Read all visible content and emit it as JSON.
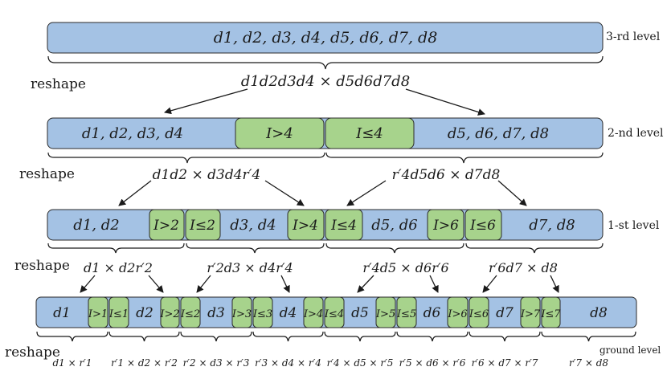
{
  "level3": {
    "label": "3-rd level",
    "bar_text": "d1, d2, d3, d4, d5, d6, d7, d8",
    "reshape": "reshape",
    "reshape_expr": "d1d2d3d4 × d5d6d7d8"
  },
  "level2": {
    "label": "2-nd level",
    "left_text": "d1, d2, d3, d4",
    "g1": "I>4",
    "g2": "I≤4",
    "right_text": "d5, d6, d7, d8",
    "reshape": "reshape",
    "expr_left": "d1d2 × d3d4r′4",
    "expr_right": "r′4d5d6 × d7d8"
  },
  "level1": {
    "label": "1-st level",
    "seg1": "d1, d2",
    "g1": "I>2",
    "g2": "I≤2",
    "seg2": "d3, d4",
    "g3": "I>4",
    "g4": "I≤4",
    "seg3": "d5, d6",
    "g5": "I>6",
    "g6": "I≤6",
    "seg4": "d7, d8",
    "reshape": "reshape",
    "expr1": "d1 × d2r′2",
    "expr2": "r′2d3 × d4r′4",
    "expr3": "r′4d5 × d6r′6",
    "expr4": "r′6d7 × d8"
  },
  "level0": {
    "label": "ground level",
    "reshape": "reshape",
    "cells": [
      "d1",
      "I>1",
      "I≤1",
      "d2",
      "I>2",
      "I≤2",
      "d3",
      "I>3",
      "I≤3",
      "d4",
      "I>4",
      "I≤4",
      "d5",
      "I>5",
      "I≤5",
      "d6",
      "I>6",
      "I≤6",
      "d7",
      "I>7",
      "I≤7",
      "d8"
    ],
    "exprs": [
      "d1 × r′1",
      "r′1 × d2 × r′2",
      "r′2 × d3 × r′3",
      "r′3 × d4 × r′4",
      "r′4 × d5 × r′5",
      "r′5 × d6 × r′6",
      "r′6 × d7 × r′7",
      "r′7 × d8"
    ]
  }
}
